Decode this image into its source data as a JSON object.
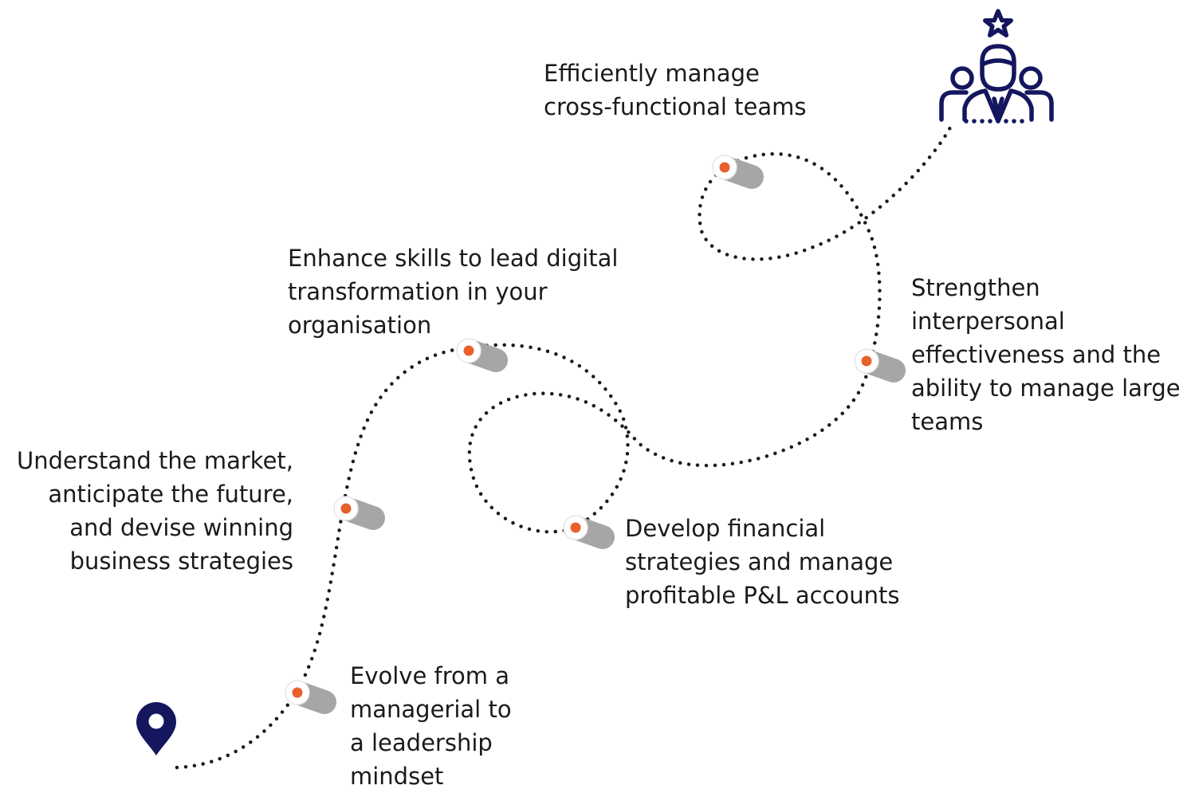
{
  "colors": {
    "path_dots": "#1a1a1a",
    "milestone_dot": "#e8602c",
    "milestone_shadow": "#a6a6a6",
    "icon_navy": "#14165e"
  },
  "icons": {
    "start": "location-pin-icon",
    "goal": "team-leader-star-icon"
  },
  "milestones": [
    {
      "lines": [
        "Evolve from a",
        "managerial to",
        "a leadership",
        "mindset"
      ]
    },
    {
      "lines": [
        "Understand the market,",
        "anticipate the future,",
        "and devise winning",
        "business strategies"
      ]
    },
    {
      "lines": [
        "Enhance skills to lead digital",
        "transformation in your",
        "organisation"
      ]
    },
    {
      "lines": [
        "Develop financial",
        "strategies and manage",
        "profitable P&L accounts"
      ]
    },
    {
      "lines": [
        "Strengthen",
        "interpersonal",
        "effectiveness and the",
        "ability to manage large",
        "teams"
      ]
    },
    {
      "lines": [
        "Efficiently manage",
        "cross-functional teams"
      ]
    }
  ]
}
